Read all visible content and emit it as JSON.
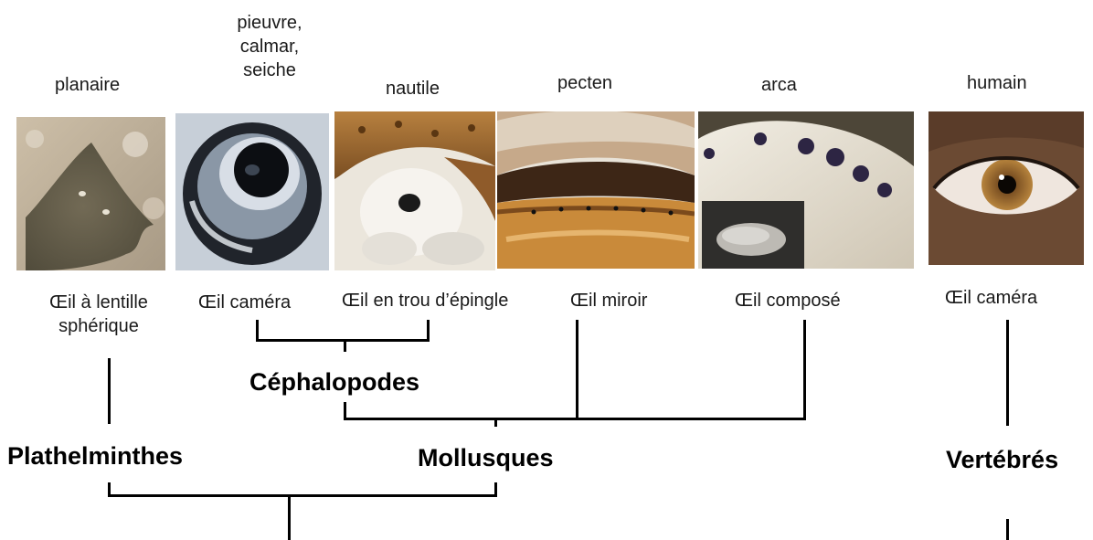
{
  "species": {
    "planaire": "planaire",
    "cephalopodes_common": [
      "pieuvre,",
      "calmar,",
      "seiche"
    ],
    "nautile": "nautile",
    "pecten": "pecten",
    "arca": "arca",
    "humain": "humain"
  },
  "eye_types": {
    "planaire": [
      "Œil à lentille",
      "sphérique"
    ],
    "cephalopodes": "Œil caméra",
    "nautile": "Œil en trou d’épingle",
    "pecten": "Œil miroir",
    "arca": "Œil composé",
    "humain": "Œil caméra"
  },
  "groups": {
    "cephalopodes": "Céphalopodes",
    "plathelminthes": "Plathelminthes",
    "mollusques": "Mollusques",
    "vertebres": "Vertébrés"
  },
  "photos": [
    {
      "subject": "planaire",
      "icon": "planarian-photo-icon"
    },
    {
      "subject": "pieuvre, calmar, seiche",
      "icon": "cephalopod-eye-photo-icon"
    },
    {
      "subject": "nautile",
      "icon": "nautilus-eye-photo-icon"
    },
    {
      "subject": "pecten",
      "icon": "scallop-photo-icon"
    },
    {
      "subject": "arca",
      "icon": "arca-eyes-photo-icon"
    },
    {
      "subject": "humain",
      "icon": "human-eye-photo-icon"
    }
  ],
  "colors": {
    "lines": "#000000",
    "text": "#1a1a1a",
    "background": "#ffffff"
  }
}
